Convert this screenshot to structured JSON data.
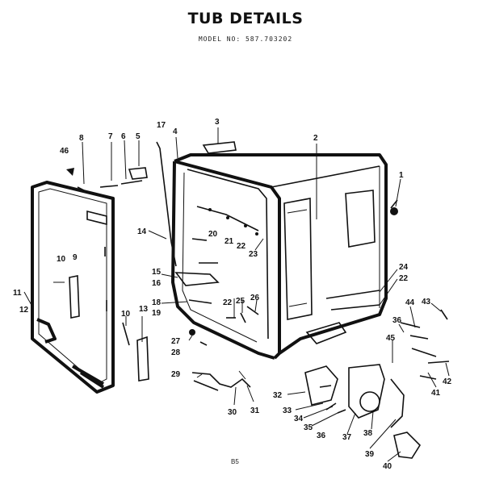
{
  "header": {
    "title": "TUB DETAILS",
    "model": "MODEL NO:   587.703202"
  },
  "footer": {
    "page_code": "B5"
  },
  "callouts": [
    "1",
    "2",
    "3",
    "4",
    "5",
    "6",
    "7",
    "8",
    "46",
    "17",
    "14",
    "10",
    "9",
    "11",
    "12",
    "15",
    "16",
    "18",
    "19",
    "20",
    "21",
    "22",
    "23",
    "24",
    "22",
    "25",
    "26",
    "27",
    "28",
    "29",
    "30",
    "31",
    "10",
    "13",
    "32",
    "33",
    "34",
    "35",
    "36",
    "37",
    "38",
    "39",
    "40",
    "41",
    "42",
    "43",
    "44",
    "36",
    "45",
    "22"
  ]
}
